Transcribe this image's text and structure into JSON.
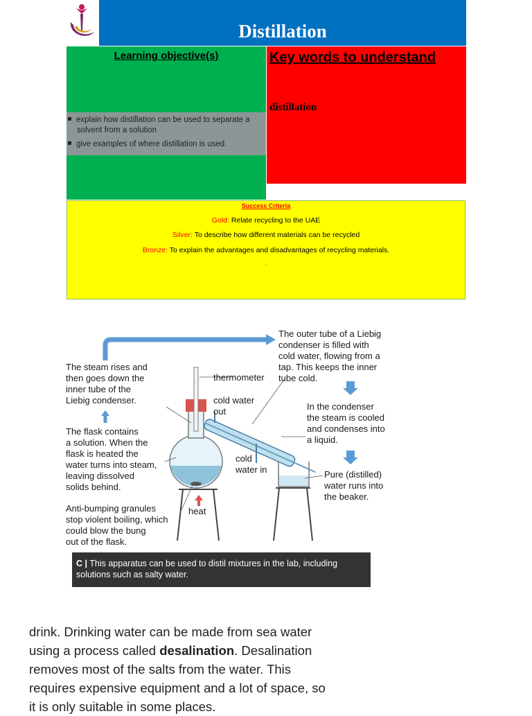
{
  "header": {
    "title": "Distillation",
    "logo_icon": "school-logo-icon",
    "bar_color": "#0070c0"
  },
  "learning_objectives": {
    "heading": "Learning objective(s)",
    "items": [
      "explain how distillation can be used to separate a",
      "solvent from a solution",
      "give examples of where distillation is used."
    ],
    "panel_color": "#00b050"
  },
  "key_words": {
    "heading": "Key words to understand",
    "words": [
      "distillation"
    ],
    "panel_color": "#ff0000"
  },
  "success_criteria": {
    "title": "Success Criteria",
    "gold_label": "Gold:",
    "gold_text": "Relate recycling to the UAE",
    "silver_label": "Silver:",
    "silver_text": "To describe how  different materials can be recycled",
    "bronze_label": "Bronze:",
    "bronze_text": "To explain the advantages and disadvantages of recycling materials.",
    "dot": ".",
    "panel_color": "#ffff00"
  },
  "diagram": {
    "steam_rises": [
      "The steam rises and",
      "then goes down the",
      "inner tube of the",
      "Liebig condenser."
    ],
    "flask_contains": [
      "The flask contains",
      "a solution. When the",
      "flask is heated the",
      "water turns into steam,",
      "leaving dissolved",
      "solids behind."
    ],
    "anti_bumping": [
      "Anti-bumping granules",
      "stop violent boiling, which",
      "could blow the bung",
      "out of the flask."
    ],
    "thermometer": "thermometer",
    "cold_water_out": [
      "cold water",
      "out"
    ],
    "cold_water_in": [
      "cold",
      "water in"
    ],
    "heat": "heat",
    "outer_tube": [
      "The outer tube of a Liebig",
      "condenser is filled with",
      "cold water, flowing from a",
      "tap. This keeps the inner",
      "tube cold."
    ],
    "in_condenser": [
      "In the condenser",
      "the steam is cooled",
      "and condenses into",
      "a liquid."
    ],
    "pure_water": [
      "Pure (distilled)",
      "water runs into",
      "the beaker."
    ],
    "caption_letter": "C |",
    "caption_line1": "This apparatus can be used to distil mixtures in the lab, including",
    "caption_line2": "solutions such as salty water.",
    "arrow_color": "#5b9bd5"
  },
  "body_text": {
    "part1": "drink. Drinking water can be made from sea water using a process called ",
    "bold": "desalination",
    "part2": ". Desalination removes most of the salts from the water. This requires expensive equipment and a lot of space, so it is only suitable in some places."
  }
}
